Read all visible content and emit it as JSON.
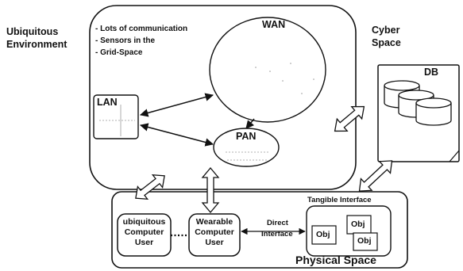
{
  "left_title": {
    "line1": "Ubiquitous",
    "line2": "Environment"
  },
  "bullets": [
    "- Lots of communication",
    "- Sensors in the",
    "- Grid-Space"
  ],
  "nodes": {
    "wan": "WAN",
    "lan": "LAN",
    "pan": "PAN",
    "db": "DB"
  },
  "cyber_space": {
    "line1": "Cyber",
    "line2": "Space"
  },
  "tangible_interface": "Tangible Interface",
  "ubiquitous_user": {
    "line1": "ubiquitous",
    "line2": "Computer",
    "line3": "User"
  },
  "wearable_user": {
    "line1": "Wearable",
    "line2": "Computer",
    "line3": "User"
  },
  "direct_interface": {
    "line1": "Direct",
    "line2": "Interface"
  },
  "objects": [
    "Obj",
    "Obj",
    "Obj"
  ],
  "physical_space": "Physical Space"
}
